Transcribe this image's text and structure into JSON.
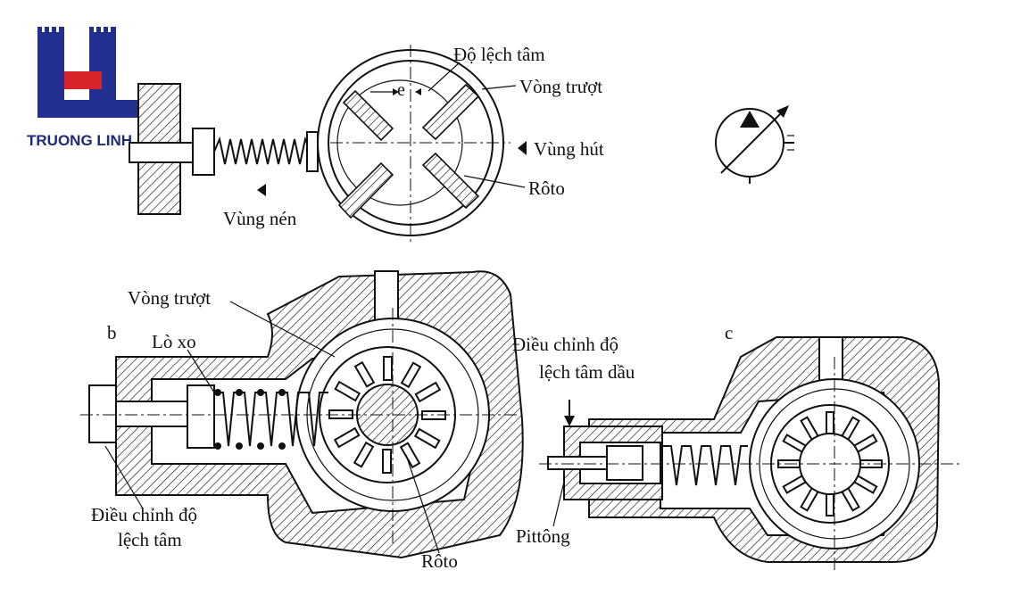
{
  "logo": {
    "text": "TRUONG LINH",
    "color": "#24308f",
    "accent": "#d8232a"
  },
  "diagram_a": {
    "label_eccentricity": "Độ lệch tâm",
    "label_e": "e",
    "label_slide_ring": "Vòng trượt",
    "label_suction": "Vùng hút",
    "label_rotor": "Rôto",
    "label_compression": "Vùng nén"
  },
  "diagram_b": {
    "letter": "b",
    "label_slide_ring": "Vòng trượt",
    "label_spring": "Lò xo",
    "label_adjust_line1": "Điều chỉnh độ",
    "label_adjust_line2": "lệch tâm",
    "label_rotor": "Rôto"
  },
  "diagram_c": {
    "letter": "c",
    "label_oil_line1": "Điều chỉnh độ",
    "label_oil_line2": "lệch tâm dầu",
    "label_piston": "Pittông"
  },
  "symbol": {
    "icon": "variable-displacement-pump-symbol-icon"
  }
}
